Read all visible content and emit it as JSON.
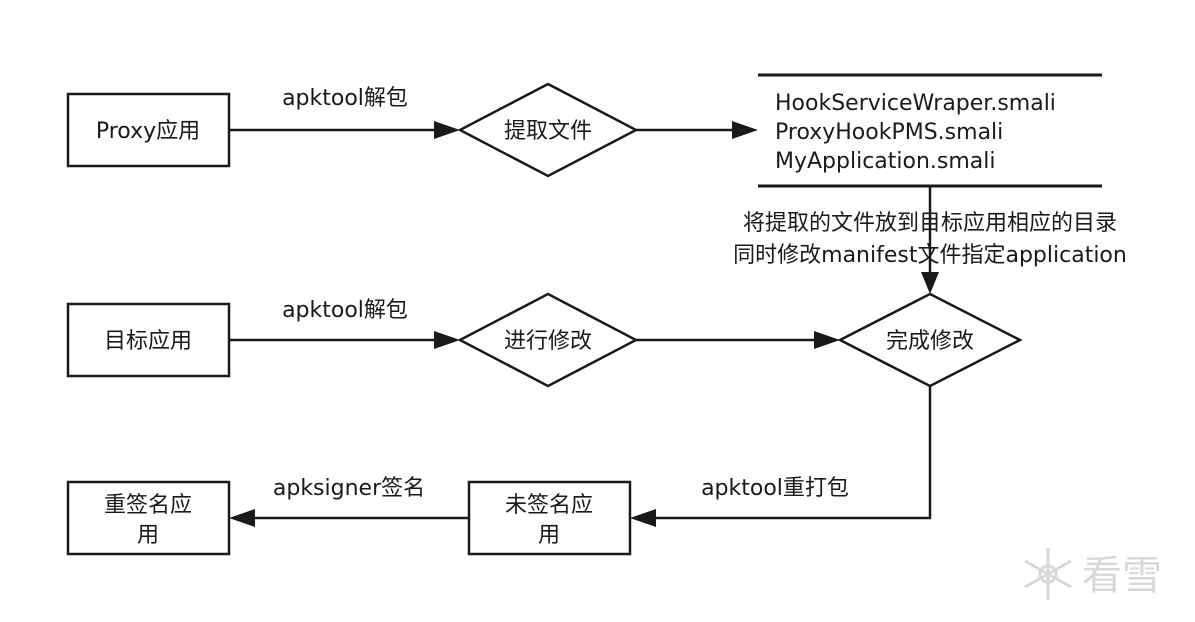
{
  "nodes": {
    "proxy_app": "Proxy应用",
    "extract_files": "提取文件",
    "target_app": "目标应用",
    "modify": "进行修改",
    "done_modify": "完成修改",
    "unsigned_app": [
      "未签名应",
      "用"
    ],
    "resigned_app": [
      "重签名应",
      "用"
    ]
  },
  "files": [
    "HookServiceWraper.smali",
    "ProxyHookPMS.smali",
    "MyApplication.smali"
  ],
  "edges": {
    "unpack_proxy": "apktool解包",
    "unpack_target": "apktool解包",
    "move_files": [
      "将提取的文件放到目标应用相应的目录",
      "同时修改manifest文件指定application"
    ],
    "repack": "apktool重打包",
    "sign": "apksigner签名"
  },
  "watermark": "看雪"
}
